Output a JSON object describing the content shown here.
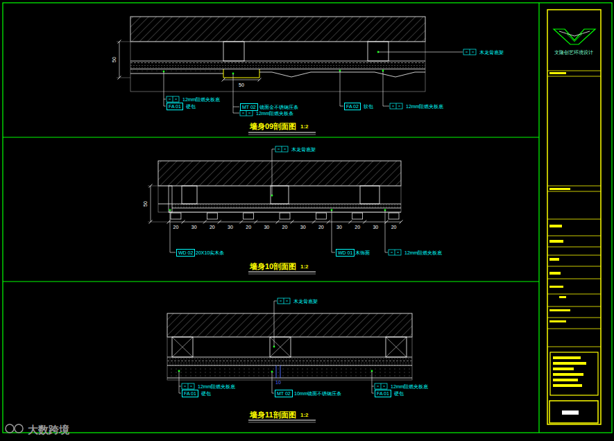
{
  "diagram": {
    "nodes": [
      {
        "text": [
          "墙身09剖面图",
          "1:2"
        ]
      },
      {
        "text": [
          "FA 01"
        ],
        "in": 0
      },
      {
        "text": [
          "MT 02"
        ],
        "in": 0
      },
      {
        "text": [
          "FA 02"
        ],
        "in": 0
      },
      {
        "text": [
          "墙身10剖面图",
          "1:2"
        ]
      },
      {
        "text": [
          "WD 02"
        ],
        "in": 4
      },
      {
        "text": [
          "WD 01"
        ],
        "in": 4
      },
      {
        "text": [
          "墙身11剖面图",
          "1:2"
        ]
      },
      {
        "text": [
          "FA 01"
        ],
        "in": 7
      },
      {
        "text": [
          "MT 02"
        ],
        "in": 7
      },
      {
        "text": [
          "FA 01"
        ],
        "in": 7
      },
      {
        "text": [
          "文隆创艺环境设计"
        ]
      }
    ],
    "labels": [
      "50",
      "木龙骨底架",
      "12mm阻燃夹板底",
      "硬包",
      "50",
      "镜面金不锈钢压条",
      "12mm阻燃夹板条",
      "软包",
      "12mm阻燃夹板底",
      "木龙骨底架",
      "50",
      "20",
      "30",
      "20",
      "30",
      "20",
      "30",
      "20",
      "30",
      "20",
      "30",
      "20",
      "30",
      "20",
      "20X10实木条",
      "木饰面",
      "12mm阻燃夹板底",
      "木龙骨底架",
      "10",
      "12mm阻燃夹板底",
      "硬包",
      "10mm镜面不锈钢压条",
      "12mm阻燃夹板底",
      "硬包",
      "大数跨境"
    ]
  }
}
